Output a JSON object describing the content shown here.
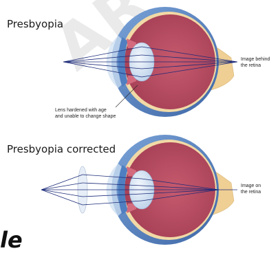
{
  "diagram": {
    "top": {
      "title": "Presbyopia",
      "image_label_line1": "Image behind",
      "image_label_line2": "the retina",
      "lens_note_line1": "Lens hardened with age",
      "lens_note_line2": "and unable to change shape"
    },
    "bottom": {
      "title": "Presbyopia corrected",
      "image_label_line1": "Image on",
      "image_label_line2": "the retina"
    }
  },
  "watermark_fragment": "le",
  "colors": {
    "sclera": "#5b86c6",
    "sclera_dark": "#3f6aa9",
    "choroid_ring": "#f1d9a6",
    "vitreous": "#b84c61",
    "ray_lines": "#1b2a78",
    "optic_nerve": "#efcf94",
    "lens": "#dbe8f7"
  }
}
